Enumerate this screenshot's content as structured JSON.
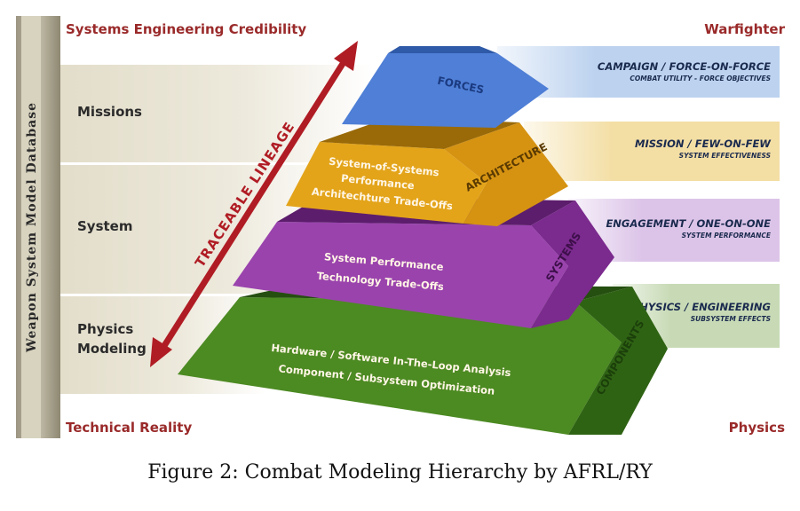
{
  "corners": {
    "top_left": "Systems Engineering Credibility",
    "top_right": "Warfighter",
    "bottom_left": "Technical Reality",
    "bottom_right": "Physics"
  },
  "database_label": "Weapon System Model Database",
  "bands": [
    {
      "label_line1": "Missions",
      "label_line2": ""
    },
    {
      "label_line1": "System",
      "label_line2": ""
    },
    {
      "label_line1": "Physics",
      "label_line2": "Modeling"
    }
  ],
  "arrow_label": "TRACEABLE LINEAGE",
  "tiers": [
    {
      "side_label": "FORCES",
      "face_lines": [],
      "color": "#4f7fd6"
    },
    {
      "side_label": "ARCHITECTURE",
      "face_lines": [
        "System-of-Systems",
        "Performance",
        "Architechture Trade-Offs"
      ],
      "color": "#e6a617"
    },
    {
      "side_label": "SYSTEMS",
      "face_lines": [
        "System Performance",
        "Technology Trade-Offs"
      ],
      "color": "#a03fb0"
    },
    {
      "side_label": "COMPONENTS",
      "face_lines": [
        "Hardware / Software In-The-Loop Analysis",
        "Component / Subsystem Optimization"
      ],
      "color": "#3e7a1c"
    }
  ],
  "banners": [
    {
      "title": "CAMPAIGN / FORCE-ON-FORCE",
      "subtitle": "COMBAT UTILITY - FORCE OBJECTIVES",
      "color": "#bcd2ef"
    },
    {
      "title": "MISSION / FEW-ON-FEW",
      "subtitle": "SYSTEM EFFECTIVENESS",
      "color": "#f3dea4"
    },
    {
      "title": "ENGAGEMENT / ONE-ON-ONE",
      "subtitle": "SYSTEM PERFORMANCE",
      "color": "#dcc4e8"
    },
    {
      "title": "PHYSICS / ENGINEERING",
      "subtitle": "SUBSYSTEM EFFECTS",
      "color": "#c7dab5"
    }
  ],
  "caption": "Figure 2: Combat Modeling Hierarchy by AFRL/RY"
}
